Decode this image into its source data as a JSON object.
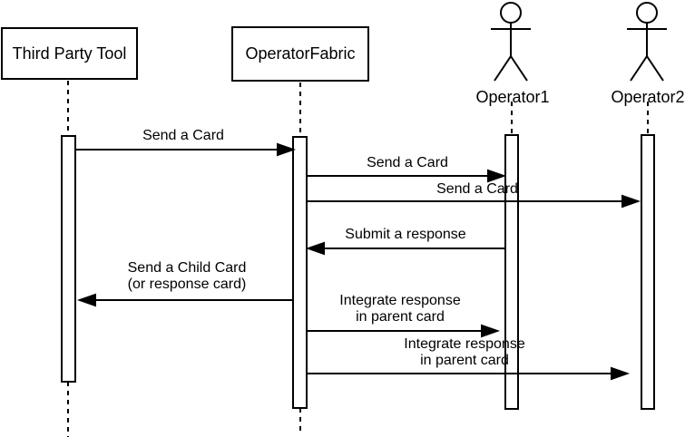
{
  "diagram": {
    "type": "uml-sequence",
    "colors": {
      "background": "#ffffff",
      "stroke": "#000000",
      "text": "#000000"
    },
    "participants": [
      {
        "name": "Third Party Tool",
        "kind": "box"
      },
      {
        "name": "OperatorFabric",
        "kind": "box"
      },
      {
        "name": "Operator1",
        "kind": "actor"
      },
      {
        "name": "Operator2",
        "kind": "actor"
      }
    ],
    "messages": [
      {
        "label": "Send a Card",
        "lines": [
          "Send a Card"
        ],
        "from": "Third Party Tool",
        "to": "OperatorFabric",
        "direction": "right"
      },
      {
        "label": "Send a Card",
        "lines": [
          "Send a Card"
        ],
        "from": "OperatorFabric",
        "to": "Operator1",
        "direction": "right"
      },
      {
        "label": "Send a Card",
        "lines": [
          "Send a Card"
        ],
        "from": "OperatorFabric",
        "to": "Operator2",
        "direction": "right"
      },
      {
        "label": "Submit a response",
        "lines": [
          "Submit a response"
        ],
        "from": "Operator1",
        "to": "OperatorFabric",
        "direction": "left"
      },
      {
        "label": "Send a Child Card (or response card)",
        "lines": [
          "Send a Child Card",
          "(or response card)"
        ],
        "from": "OperatorFabric",
        "to": "Third Party Tool",
        "direction": "left"
      },
      {
        "label": "Integrate response in parent card",
        "lines": [
          "Integrate response",
          "in parent card"
        ],
        "from": "OperatorFabric",
        "to": "Operator1",
        "direction": "right"
      },
      {
        "label": "Integrate response in parent card",
        "lines": [
          "Integrate response",
          "in parent card"
        ],
        "from": "OperatorFabric",
        "to": "Operator2",
        "direction": "right"
      }
    ]
  }
}
